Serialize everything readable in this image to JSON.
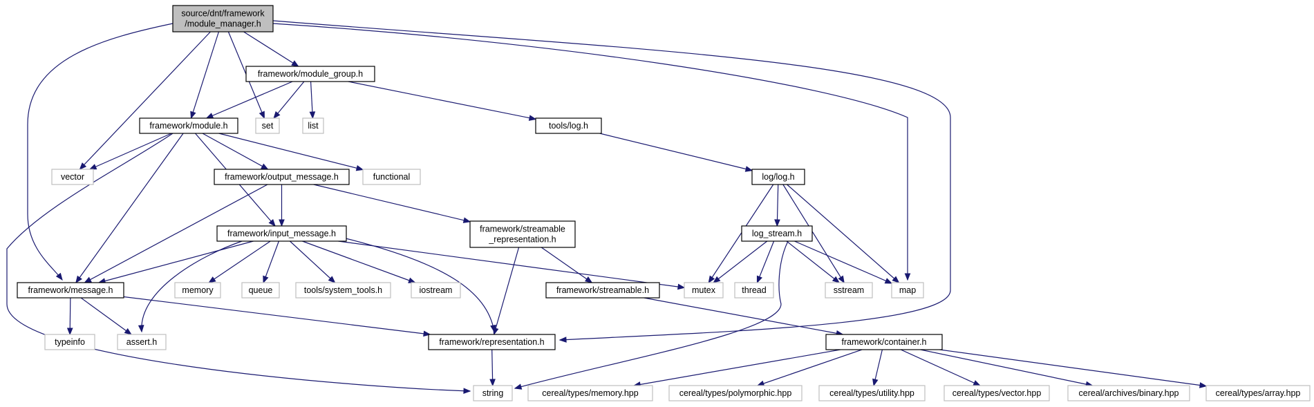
{
  "diagram": {
    "type": "include-dependency-graph",
    "colors": {
      "edge": "#191970",
      "root_fill": "#bfbfbf",
      "node_border": "#000000",
      "external_border": "#bfbfbf",
      "background": "#ffffff"
    },
    "nodes": [
      {
        "id": "root",
        "kind": "root",
        "lines": [
          "source/dnt/framework",
          "/module_manager.h"
        ]
      },
      {
        "id": "module_group",
        "kind": "file",
        "lines": [
          "framework/module_group.h"
        ]
      },
      {
        "id": "module",
        "kind": "file",
        "lines": [
          "framework/module.h"
        ]
      },
      {
        "id": "set",
        "kind": "external",
        "lines": [
          "set"
        ]
      },
      {
        "id": "list",
        "kind": "external",
        "lines": [
          "list"
        ]
      },
      {
        "id": "tools_log",
        "kind": "file",
        "lines": [
          "tools/log.h"
        ]
      },
      {
        "id": "vector",
        "kind": "external",
        "lines": [
          "vector"
        ]
      },
      {
        "id": "output_message",
        "kind": "file",
        "lines": [
          "framework/output_message.h"
        ]
      },
      {
        "id": "functional",
        "kind": "external",
        "lines": [
          "functional"
        ]
      },
      {
        "id": "log_log",
        "kind": "file",
        "lines": [
          "log/log.h"
        ]
      },
      {
        "id": "input_message",
        "kind": "file",
        "lines": [
          "framework/input_message.h"
        ]
      },
      {
        "id": "streamable_repr",
        "kind": "file",
        "lines": [
          "framework/streamable",
          "_representation.h"
        ]
      },
      {
        "id": "log_stream",
        "kind": "file",
        "lines": [
          "log_stream.h"
        ]
      },
      {
        "id": "message",
        "kind": "file",
        "lines": [
          "framework/message.h"
        ]
      },
      {
        "id": "memory",
        "kind": "external",
        "lines": [
          "memory"
        ]
      },
      {
        "id": "queue",
        "kind": "external",
        "lines": [
          "queue"
        ]
      },
      {
        "id": "system_tools",
        "kind": "external",
        "lines": [
          "tools/system_tools.h"
        ]
      },
      {
        "id": "iostream",
        "kind": "external",
        "lines": [
          "iostream"
        ]
      },
      {
        "id": "streamable",
        "kind": "file",
        "lines": [
          "framework/streamable.h"
        ]
      },
      {
        "id": "mutex",
        "kind": "external",
        "lines": [
          "mutex"
        ]
      },
      {
        "id": "thread",
        "kind": "external",
        "lines": [
          "thread"
        ]
      },
      {
        "id": "sstream",
        "kind": "external",
        "lines": [
          "sstream"
        ]
      },
      {
        "id": "map",
        "kind": "external",
        "lines": [
          "map"
        ]
      },
      {
        "id": "typeinfo",
        "kind": "external",
        "lines": [
          "typeinfo"
        ]
      },
      {
        "id": "assert",
        "kind": "external",
        "lines": [
          "assert.h"
        ]
      },
      {
        "id": "representation",
        "kind": "file",
        "lines": [
          "framework/representation.h"
        ]
      },
      {
        "id": "container",
        "kind": "file",
        "lines": [
          "framework/container.h"
        ]
      },
      {
        "id": "string",
        "kind": "external",
        "lines": [
          "string"
        ]
      },
      {
        "id": "cereal_memory",
        "kind": "external",
        "lines": [
          "cereal/types/memory.hpp"
        ]
      },
      {
        "id": "cereal_polymorphic",
        "kind": "external",
        "lines": [
          "cereal/types/polymorphic.hpp"
        ]
      },
      {
        "id": "cereal_utility",
        "kind": "external",
        "lines": [
          "cereal/types/utility.hpp"
        ]
      },
      {
        "id": "cereal_vector",
        "kind": "external",
        "lines": [
          "cereal/types/vector.hpp"
        ]
      },
      {
        "id": "cereal_binary",
        "kind": "external",
        "lines": [
          "cereal/archives/binary.hpp"
        ]
      },
      {
        "id": "cereal_array",
        "kind": "external",
        "lines": [
          "cereal/types/array.hpp"
        ]
      }
    ],
    "edges": [
      [
        "root",
        "module_group"
      ],
      [
        "root",
        "module"
      ],
      [
        "root",
        "set"
      ],
      [
        "root",
        "vector"
      ],
      [
        "root",
        "message"
      ],
      [
        "root",
        "map"
      ],
      [
        "root",
        "representation"
      ],
      [
        "module_group",
        "module"
      ],
      [
        "module_group",
        "set"
      ],
      [
        "module_group",
        "list"
      ],
      [
        "module_group",
        "tools_log"
      ],
      [
        "module",
        "vector"
      ],
      [
        "module",
        "output_message"
      ],
      [
        "module",
        "functional"
      ],
      [
        "module",
        "input_message"
      ],
      [
        "module",
        "message"
      ],
      [
        "module",
        "string"
      ],
      [
        "tools_log",
        "log_log"
      ],
      [
        "output_message",
        "input_message"
      ],
      [
        "output_message",
        "message"
      ],
      [
        "output_message",
        "streamable_repr"
      ],
      [
        "log_log",
        "log_stream"
      ],
      [
        "log_log",
        "mutex"
      ],
      [
        "log_log",
        "sstream"
      ],
      [
        "log_log",
        "map"
      ],
      [
        "input_message",
        "message"
      ],
      [
        "input_message",
        "memory"
      ],
      [
        "input_message",
        "queue"
      ],
      [
        "input_message",
        "system_tools"
      ],
      [
        "input_message",
        "iostream"
      ],
      [
        "input_message",
        "mutex"
      ],
      [
        "input_message",
        "assert"
      ],
      [
        "input_message",
        "representation"
      ],
      [
        "streamable_repr",
        "streamable"
      ],
      [
        "streamable_repr",
        "representation"
      ],
      [
        "log_stream",
        "mutex"
      ],
      [
        "log_stream",
        "thread"
      ],
      [
        "log_stream",
        "sstream"
      ],
      [
        "log_stream",
        "map"
      ],
      [
        "log_stream",
        "string"
      ],
      [
        "message",
        "typeinfo"
      ],
      [
        "message",
        "assert"
      ],
      [
        "message",
        "representation"
      ],
      [
        "streamable",
        "container"
      ],
      [
        "representation",
        "string"
      ],
      [
        "container",
        "cereal_memory"
      ],
      [
        "container",
        "cereal_polymorphic"
      ],
      [
        "container",
        "cereal_utility"
      ],
      [
        "container",
        "cereal_vector"
      ],
      [
        "container",
        "cereal_binary"
      ],
      [
        "container",
        "cereal_array"
      ]
    ]
  }
}
